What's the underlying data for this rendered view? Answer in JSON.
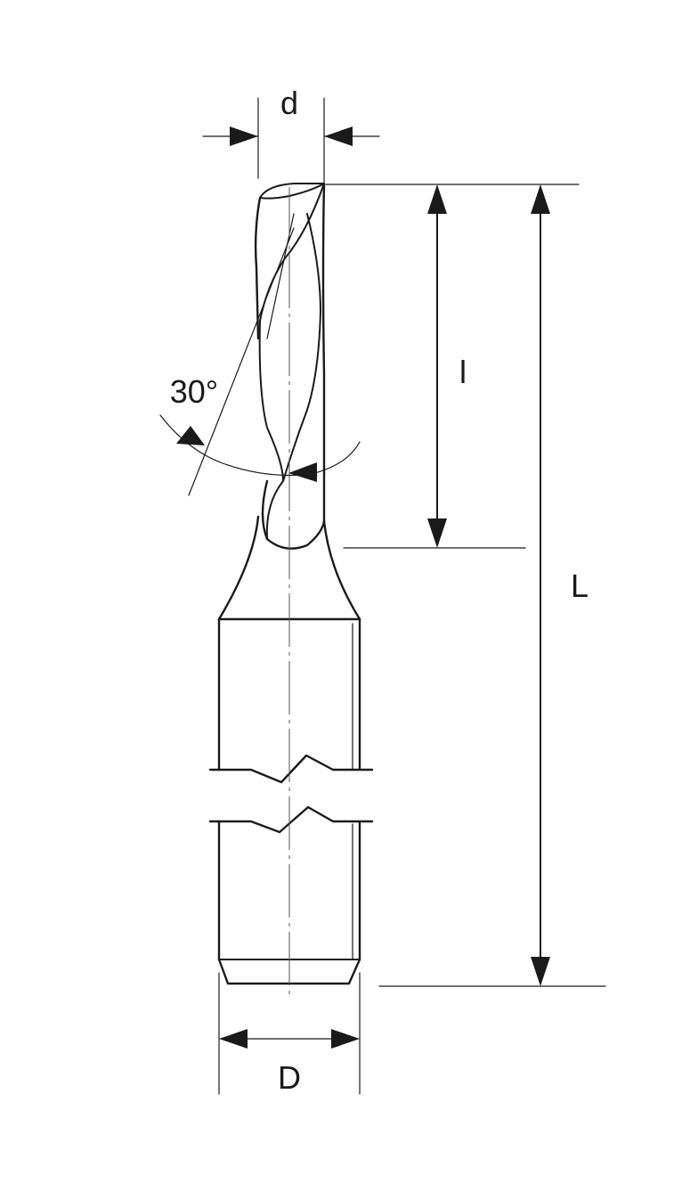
{
  "labels": {
    "d": "d",
    "D": "D",
    "l": "l",
    "L": "L",
    "angle": "30°"
  }
}
